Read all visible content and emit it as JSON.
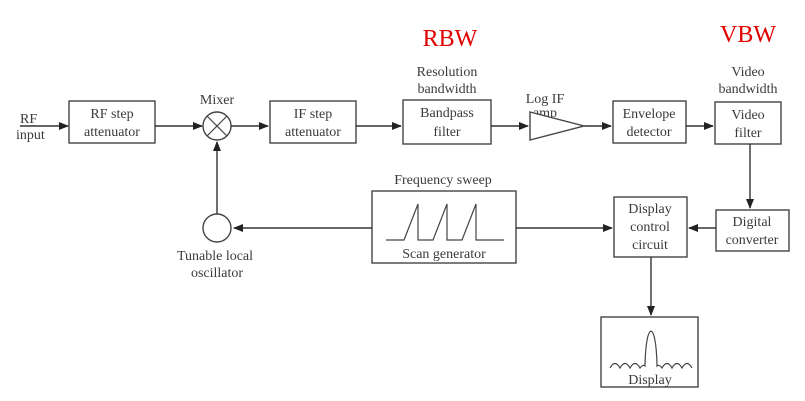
{
  "title": "Spectrum analyzer block diagram",
  "annotations": {
    "rbw": "RBW",
    "vbw": "VBW",
    "accent_color": "#e00000"
  },
  "inputs": {
    "rf_input_line1": "RF",
    "rf_input_line2": "input"
  },
  "blocks": {
    "rf_step_attenuator": [
      "RF step",
      "attenuator"
    ],
    "mixer_label": "Mixer",
    "if_step_attenuator": [
      "IF step",
      "attenuator"
    ],
    "bandpass_filter": [
      "Bandpass",
      "filter"
    ],
    "bandpass_caption": [
      "Resolution",
      "bandwidth"
    ],
    "log_if_amp_caption": [
      "Log IF",
      "amp"
    ],
    "envelope_detector": [
      "Envelope",
      "detector"
    ],
    "video_filter": [
      "Video",
      "filter"
    ],
    "video_caption": [
      "Video",
      "bandwidth"
    ],
    "digital_converter": [
      "Digital",
      "converter"
    ],
    "display_control_circuit": [
      "Display",
      "control",
      "circuit"
    ],
    "scan_generator_caption": "Frequency sweep",
    "scan_generator_label": "Scan generator",
    "local_oscillator": [
      "Tunable local",
      "oscillator"
    ],
    "display_label": "Display"
  }
}
